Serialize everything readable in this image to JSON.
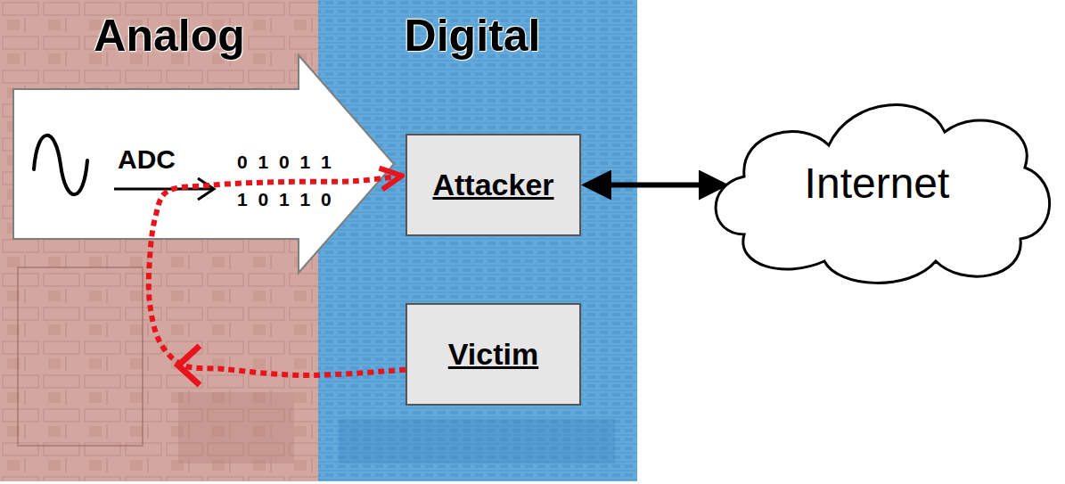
{
  "diagram": {
    "nodes": [
      {
        "text": [
          "Analog"
        ]
      },
      {
        "text": [
          "Digital"
        ]
      },
      {
        "text": [
          "Attacker"
        ],
        "in": 1
      },
      {
        "text": [
          "Victim"
        ],
        "in": 1
      },
      {
        "text": [
          "Internet"
        ]
      }
    ],
    "edges": [
      {
        "from": 2,
        "to": 4,
        "arrow": "both"
      },
      {
        "from": 3,
        "to": 2,
        "arrow": "to"
      }
    ],
    "labels": [
      "ADC",
      "0 1 0 1 1",
      "1 0 1 1 0"
    ]
  }
}
